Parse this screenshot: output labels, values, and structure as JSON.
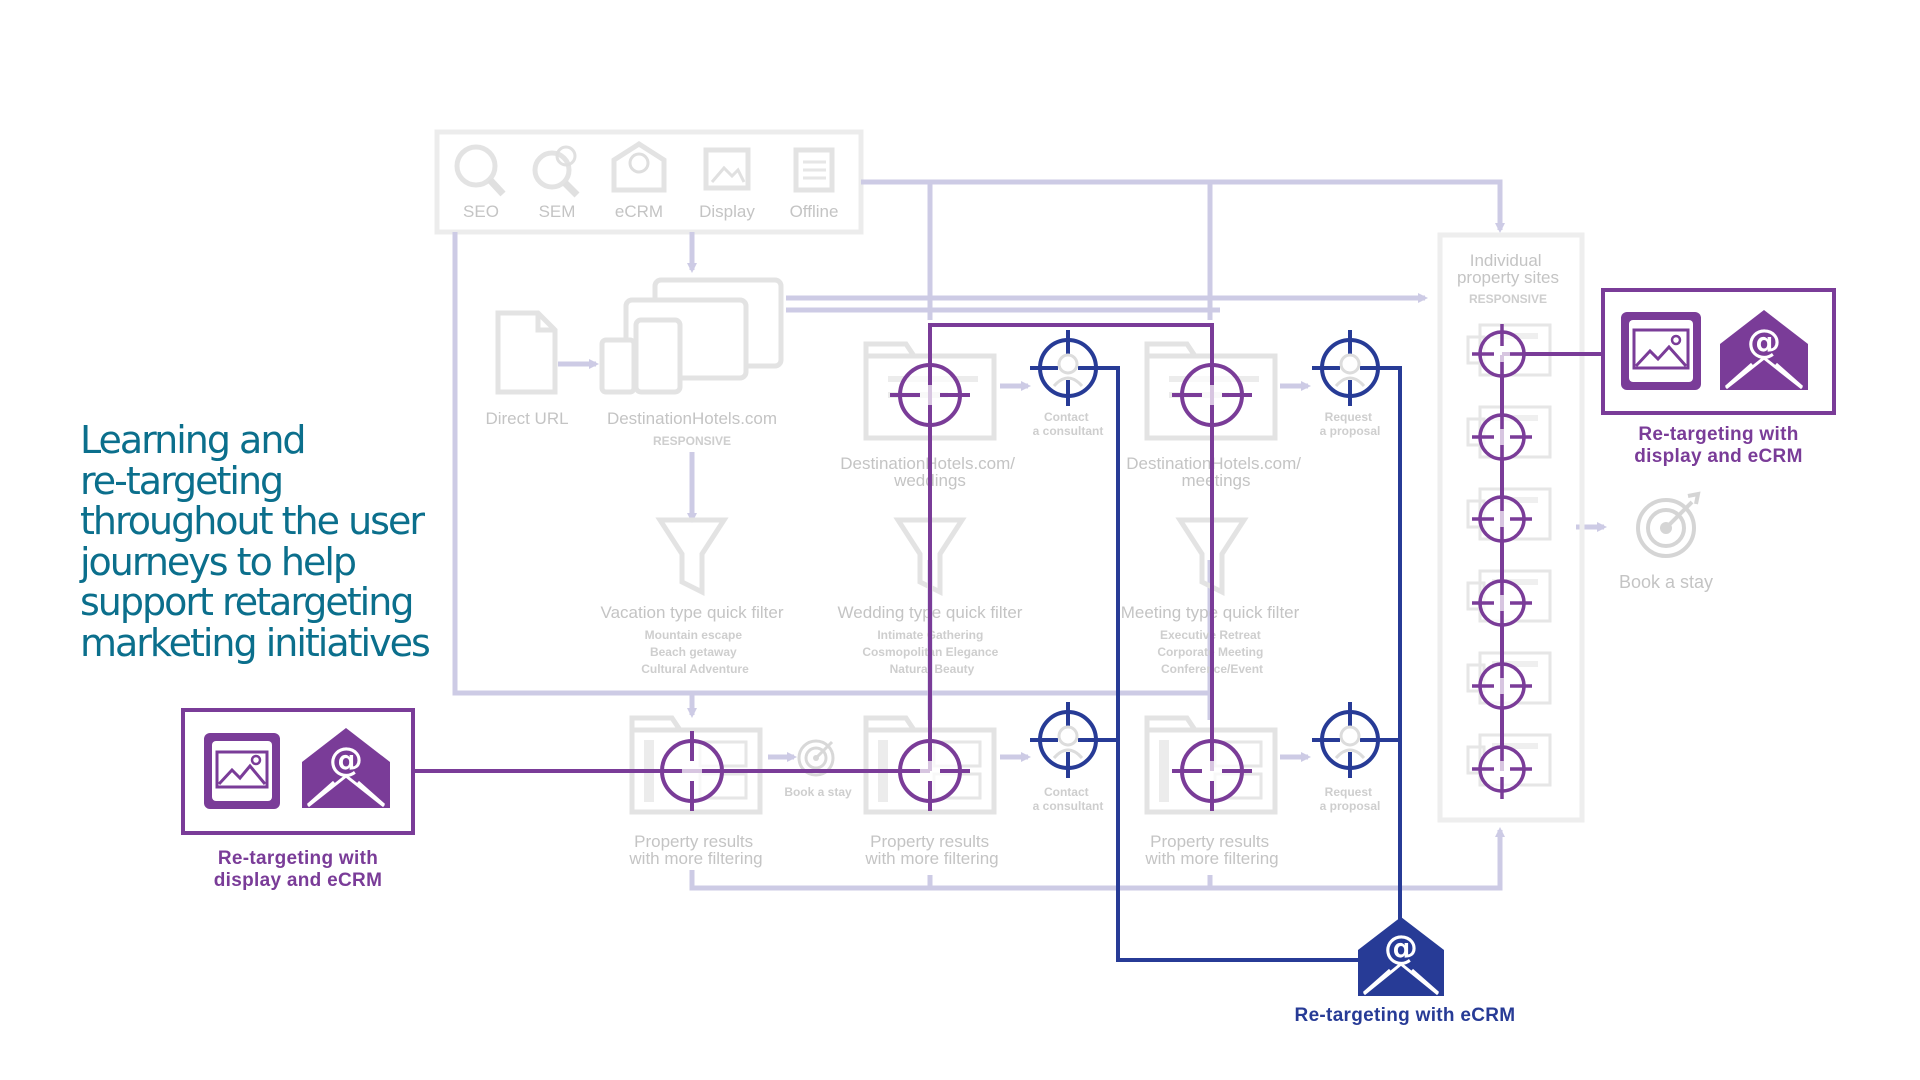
{
  "headline": {
    "lines": [
      "Learning and",
      "re-targeting",
      "throughout the user",
      "journeys to help",
      "support retargeting",
      "marketing initiatives"
    ]
  },
  "channels": [
    "SEO",
    "SEM",
    "eCRM",
    "Display",
    "Offline"
  ],
  "entry": {
    "direct_url": "Direct URL",
    "site_name": "DestinationHotels.com",
    "site_tag": "RESPONSIVE"
  },
  "sections": {
    "weddings_url": [
      "DestinationHotels.com/",
      "weddings"
    ],
    "meetings_url": [
      "DestinationHotels.com/",
      "meetings"
    ]
  },
  "filters": {
    "vacation": {
      "title": "Vacation type quick filter",
      "options": [
        "Mountain escape",
        "Beach getaway",
        "Cultural Adventure"
      ]
    },
    "wedding": {
      "title": "Wedding type quick filter",
      "options": [
        "Intimate Gathering",
        "Cosmopolitan Elegance",
        "Natural Beauty"
      ]
    },
    "meeting": {
      "title": "Meeting type quick filter",
      "options": [
        "Executive Retreat",
        "Corporate Meeting",
        "Conference/Event"
      ]
    }
  },
  "results": {
    "label": [
      "Property results",
      "with more filtering"
    ]
  },
  "actions": {
    "contact": [
      "Contact",
      "a consultant"
    ],
    "proposal": [
      "Request",
      "a proposal"
    ],
    "book_small": "Book a stay",
    "book_large": "Book a stay"
  },
  "property_sites": {
    "label": [
      "Individual",
      "property sites"
    ],
    "tag": "RESPONSIVE"
  },
  "callouts": {
    "left": [
      "Re-targeting with",
      "display and eCRM"
    ],
    "right": [
      "Re-targeting with",
      "display and eCRM"
    ],
    "bottom": "Re-targeting with eCRM"
  },
  "colors": {
    "headline": "#0b6f8c",
    "retarget_display_ecrm": "#7a3c98",
    "retarget_ecrm": "#273b96",
    "flow_lines": "#cdcbe5",
    "faded": "#c4c4c4"
  },
  "icons": [
    "image-icon",
    "email-at-icon",
    "target-crosshair-icon",
    "funnel-icon",
    "folder-icon",
    "devices-icon",
    "document-icon",
    "bullseye-icon"
  ]
}
